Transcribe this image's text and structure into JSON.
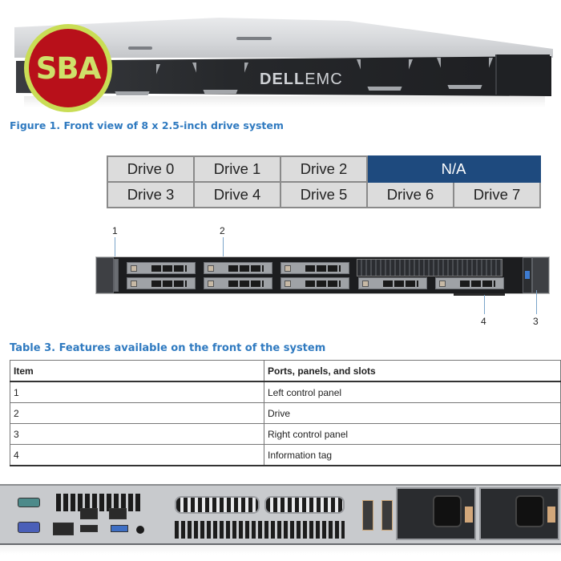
{
  "figure1": {
    "badge_text": "SBA",
    "brand_logo_text_dell": "DELL",
    "brand_logo_text_emc": "EMC",
    "caption": "Figure 1. Front view of 8 x 2.5-inch drive system"
  },
  "drive_map": {
    "rows": [
      [
        "Drive 0",
        "Drive 1",
        "Drive 2",
        "N/A"
      ],
      [
        "Drive 3",
        "Drive 4",
        "Drive 5",
        "Drive 6",
        "Drive 7"
      ]
    ],
    "na_color": "#1e4a7e"
  },
  "front_diagram": {
    "callouts": [
      "1",
      "2",
      "3",
      "4"
    ]
  },
  "features_table": {
    "title": "Table 3. Features available on the front of the system",
    "headers": [
      "Item",
      "Ports, panels, and slots"
    ],
    "rows": [
      [
        "1",
        "Left control panel"
      ],
      [
        "2",
        "Drive"
      ],
      [
        "3",
        "Right control panel"
      ],
      [
        "4",
        "Information tag"
      ]
    ]
  },
  "colors": {
    "caption_blue": "#2f7ac0",
    "badge_red": "#b8101a",
    "badge_green": "#c9dd55"
  }
}
